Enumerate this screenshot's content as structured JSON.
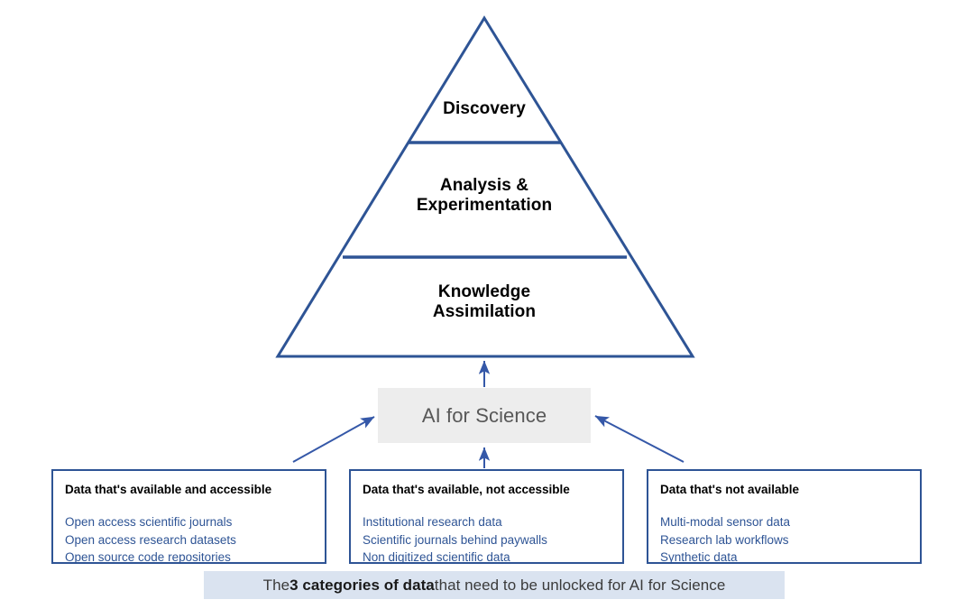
{
  "diagram": {
    "title": "AI for Science data pyramid",
    "colors": {
      "stroke_blue": "#2e5495",
      "arrow_blue": "#3558a8",
      "ai_box_fill": "#ededed",
      "ai_box_text": "#585858",
      "caption_highlight": "#dae3f0",
      "item_text_blue": "#2e5495",
      "background": "#ffffff"
    }
  },
  "pyramid": {
    "tiers": [
      {
        "id": "discovery",
        "label": "Discovery",
        "level": 1
      },
      {
        "id": "analysis",
        "label": "Analysis &\nExperimentation",
        "line1": "Analysis &",
        "line2": "Experimentation",
        "level": 2
      },
      {
        "id": "knowledge",
        "label": "Knowledge\nAssimilation",
        "line1": "Knowledge",
        "line2": "Assimilation",
        "level": 3
      }
    ]
  },
  "hub": {
    "label": "AI for Science"
  },
  "categories": [
    {
      "title": "Data that's available and accessible",
      "items": [
        "Open access scientific journals",
        "Open access research datasets",
        "Open source code repositories"
      ]
    },
    {
      "title": "Data that's available, not accessible",
      "items": [
        "Institutional research data",
        "Scientific journals behind paywalls",
        "Non digitized scientific data"
      ]
    },
    {
      "title": "Data that's not available",
      "items": [
        "Multi-modal sensor data",
        "Research lab workflows",
        "Synthetic data"
      ]
    }
  ],
  "caption": {
    "prefix": "The ",
    "emphasis": "3 categories of data",
    "suffix": " that need to be unlocked for AI for Science"
  }
}
